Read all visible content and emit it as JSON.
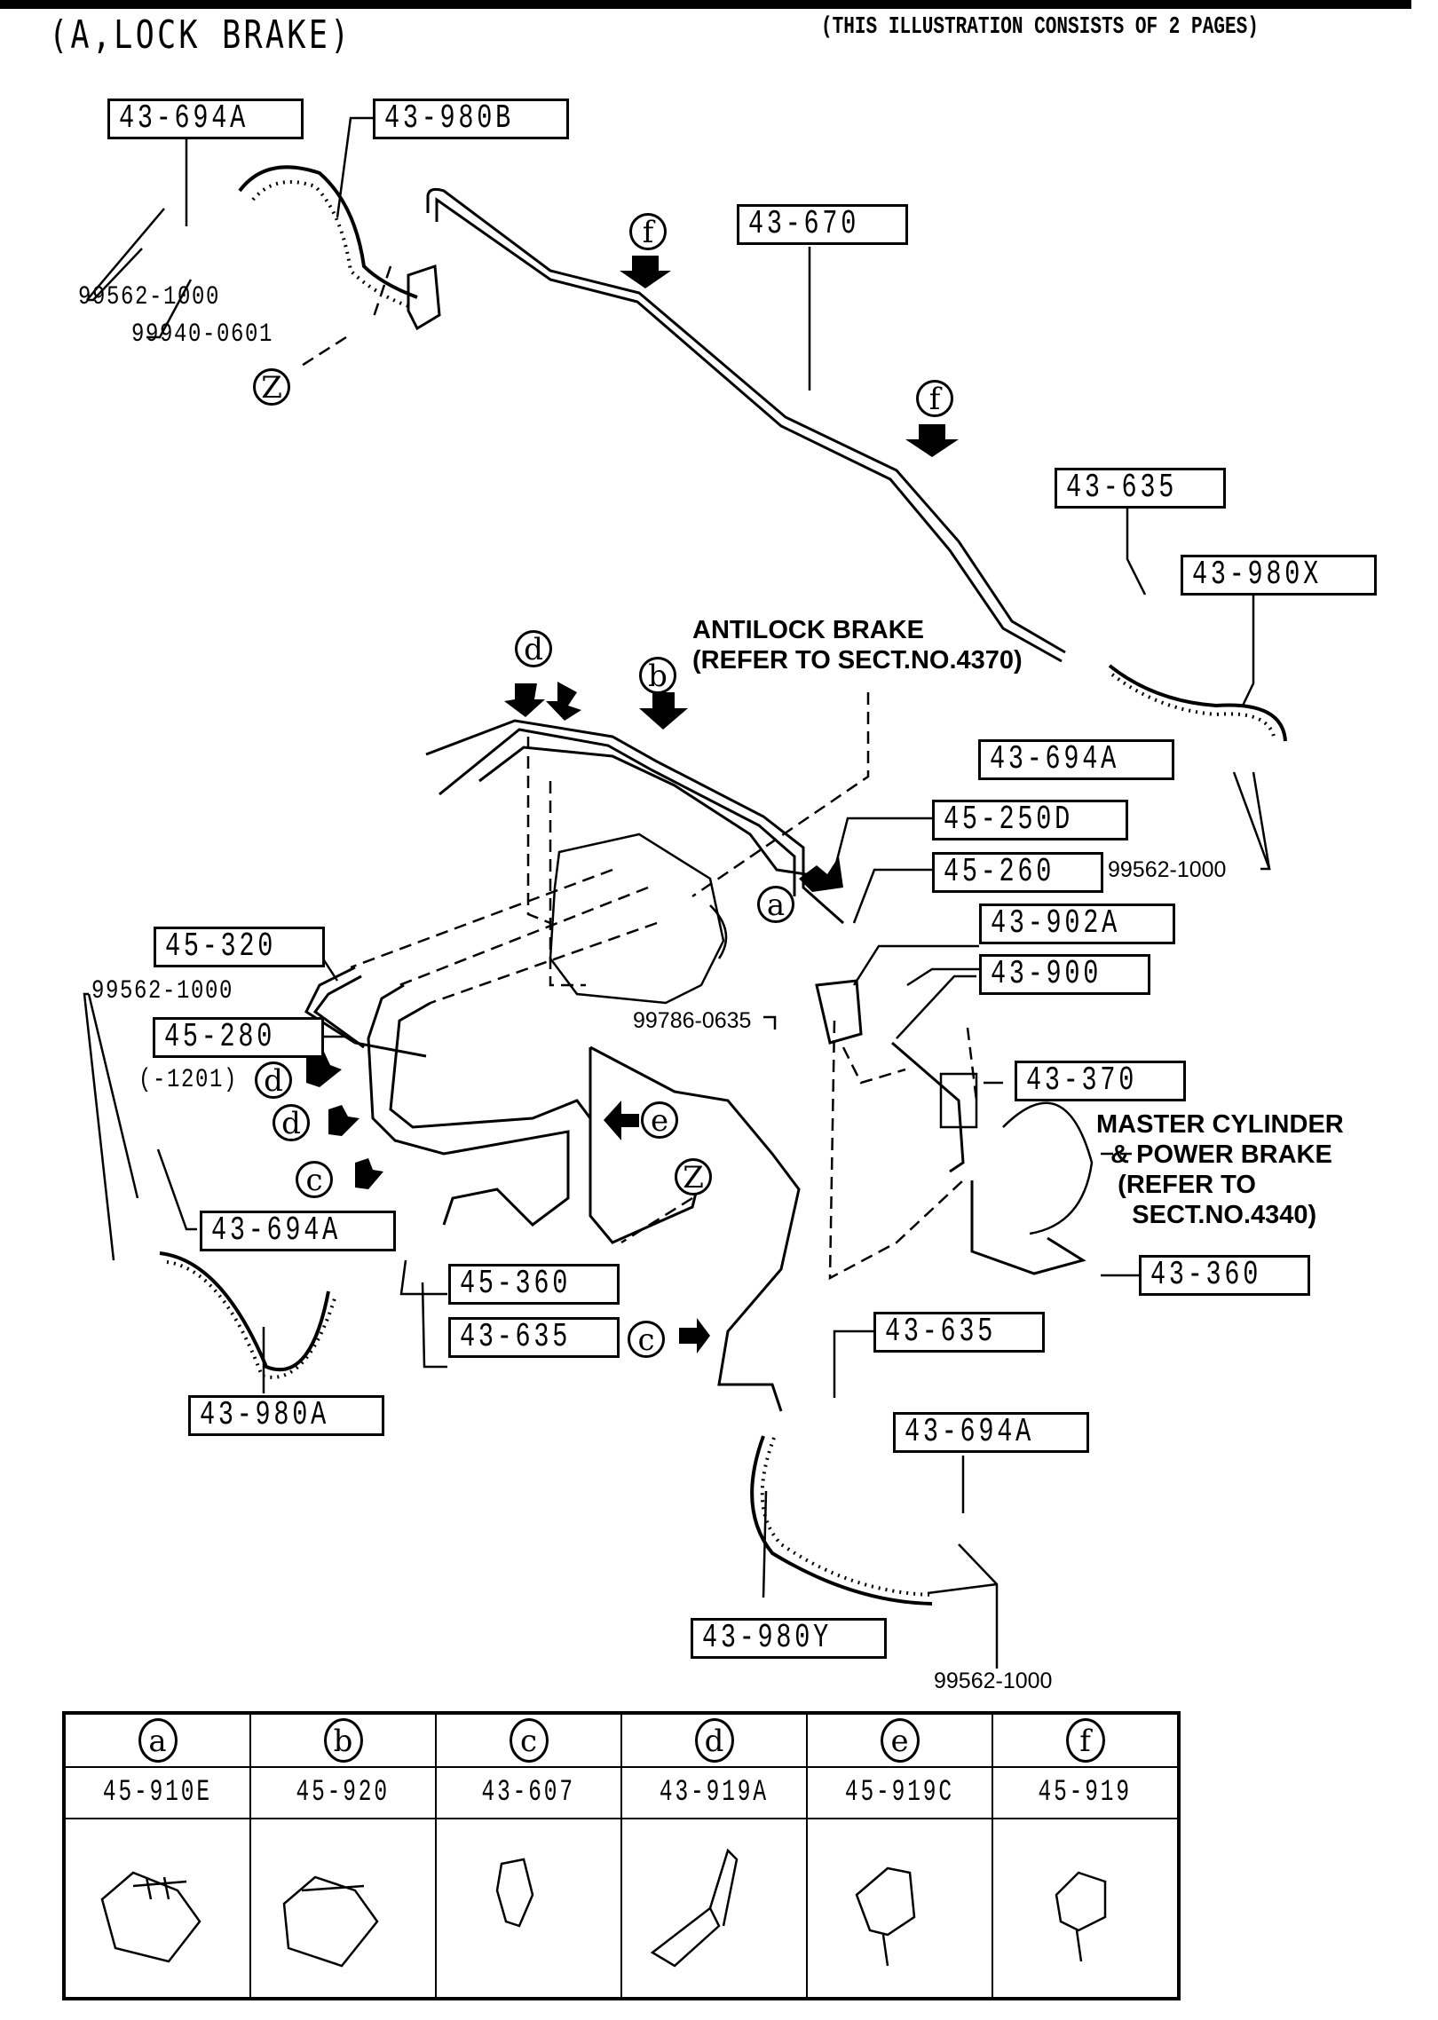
{
  "header": {
    "title": "(A,LOCK BRAKE)",
    "subtitle": "(THIS ILLUSTRATION CONSISTS OF  2 PAGES)"
  },
  "part_boxes": {
    "p43_694A_top": "43-694A",
    "p43_980B": "43-980B",
    "p43_670": "43-670",
    "p43_635_right": "43-635",
    "p43_980X": "43-980X",
    "p43_694A_right": "43-694A",
    "p45_250D": "45-250D",
    "p45_260": "45-260",
    "p43_902A": "43-902A",
    "p43_900": "43-900",
    "p45_320": "45-320",
    "p45_280": "45-280",
    "p43_370": "43-370",
    "p43_694A_left": "43-694A",
    "p45_360": "45-360",
    "p43_635_mid": "43-635",
    "p43_360": "43-360",
    "p43_635_lower": "43-635",
    "p43_980A": "43-980A",
    "p43_694A_lower": "43-694A",
    "p43_980Y": "43-980Y"
  },
  "part_labels": {
    "washer_top": "99562-1000",
    "bolt_top": "99940-0601",
    "washer_right": "99562-1000",
    "bolt_mid": "99786-0635",
    "washer_left": "99562-1000",
    "washer_lower": "99562-1000",
    "serial_note": "(-1201)"
  },
  "notes": {
    "antilock": "ANTILOCK BRAKE\n(REFER TO SECT.NO.4370)",
    "master": "MASTER CYLINDER\n  & POWER BRAKE\n   (REFER TO\n     SECT.NO.4340)"
  },
  "callouts": {
    "z_top": "Z",
    "f1": "f",
    "f2": "f",
    "d_top": "d",
    "b_top": "b",
    "a_mid": "a",
    "d_left1": "d",
    "d_left2": "d",
    "c_left": "c",
    "e_mid": "e",
    "z_mid": "Z",
    "c_lower": "c"
  },
  "legend": {
    "columns": [
      {
        "key": "a",
        "part": "45-910E",
        "icon": "clip-a-icon"
      },
      {
        "key": "b",
        "part": "45-920",
        "icon": "clip-b-icon"
      },
      {
        "key": "c",
        "part": "43-607",
        "icon": "clip-c-icon"
      },
      {
        "key": "d",
        "part": "43-919A",
        "icon": "clip-d-icon"
      },
      {
        "key": "e",
        "part": "45-919C",
        "icon": "clip-e-icon"
      },
      {
        "key": "f",
        "part": "45-919",
        "icon": "clip-f-icon"
      }
    ]
  }
}
